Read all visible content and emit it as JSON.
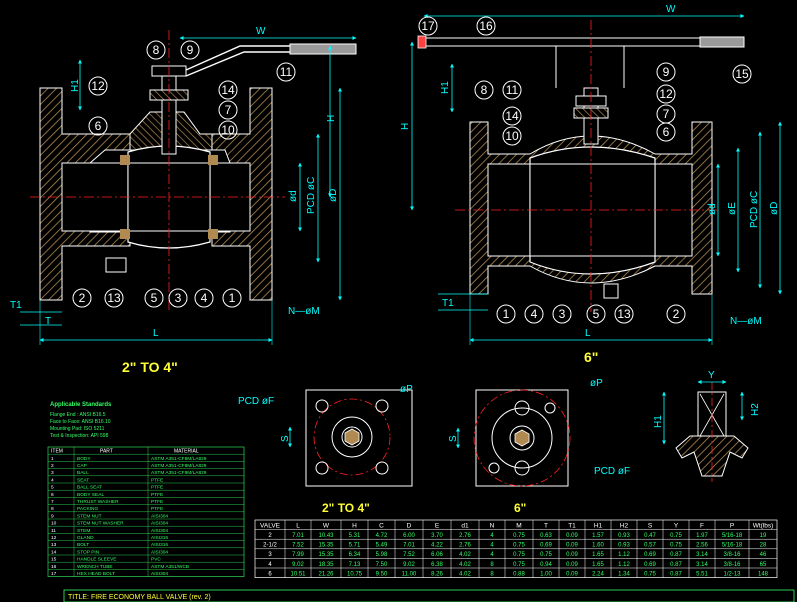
{
  "colors": {
    "background": "#000000",
    "outline": "#ffffff",
    "dimension": "#00ffff",
    "hatch": "#b08a50",
    "center": "#ff2020",
    "balloon": "#ffffff",
    "title_yellow": "#ffff33",
    "table_green": "#33ff66",
    "handle_grey": "#9a9a9a",
    "cap_red": "#ff4040"
  },
  "views": {
    "left_caption": "2\" TO 4\"",
    "right_caption": "6\"",
    "flange_small_caption": "2\" TO 4\"",
    "flange_large_caption": "6\""
  },
  "dims": {
    "w": "W",
    "h": "H",
    "h1": "H1",
    "l": "L",
    "t": "T",
    "t1": "T1",
    "od": "ød",
    "oe": "øE",
    "pcd_c": "PCD øC",
    "od_big": "øD",
    "n_om": "N—øM",
    "pcd_f": "PCD øF",
    "op": "øP",
    "s": "S",
    "y": "Y",
    "h2": "H2"
  },
  "balloons_left": [
    "8",
    "9",
    "11",
    "12",
    "14",
    "7",
    "6",
    "10",
    "2",
    "13",
    "5",
    "3",
    "4",
    "1"
  ],
  "balloons_right": [
    "17",
    "16",
    "15",
    "9",
    "8",
    "11",
    "12",
    "14",
    "7",
    "10",
    "6",
    "1",
    "4",
    "3",
    "5",
    "13",
    "2"
  ],
  "standards": {
    "title": "Applicable Standards",
    "lines": [
      "Flange End : ANSI B16.5",
      "Face to Face: ANSI B16.10",
      "Mounting Pad: ISO 5211",
      "Test & Inspection: API 598"
    ]
  },
  "parts_table": {
    "headers": [
      "ITEM",
      "PART",
      "MATERIAL"
    ],
    "rows": [
      [
        "1",
        "BODY",
        "ASTM A351-CF8M/LA829"
      ],
      [
        "2",
        "CAP",
        "ASTM A351-CF8M/LA829"
      ],
      [
        "3",
        "BALL",
        "ASTM A351-CF8M/LA829"
      ],
      [
        "4",
        "SEAT",
        "PTFE"
      ],
      [
        "5",
        "BALL SEAT",
        "PTFE"
      ],
      [
        "6",
        "BODY SEAL",
        "PTFE"
      ],
      [
        "7",
        "THRUST WASHER",
        "PTFE"
      ],
      [
        "8",
        "PACKING",
        "PTFE"
      ],
      [
        "9",
        "STEM NUT",
        "AISI304"
      ],
      [
        "10",
        "STEM NUT WASHER",
        "AISI304"
      ],
      [
        "11",
        "STEM",
        "AISI304"
      ],
      [
        "12",
        "GLAND",
        "AISI316"
      ],
      [
        "13",
        "BOLT",
        "AISI316"
      ],
      [
        "14",
        "STOP PIN",
        "AISI304"
      ],
      [
        "15",
        "HANDLE SLEEVE",
        "PVC"
      ],
      [
        "16",
        "WRENCH TUBE",
        "ASTM A351/WCB"
      ],
      [
        "17",
        "HEX HEAD BOLT",
        "AISI304"
      ]
    ]
  },
  "dim_table": {
    "headers": [
      "VALVE",
      "L",
      "W",
      "H",
      "C",
      "D",
      "E",
      "d1",
      "N",
      "M",
      "T",
      "T1",
      "H1",
      "H2",
      "S",
      "Y",
      "F",
      "P",
      "Wt(lbs)"
    ],
    "rows": [
      [
        "2",
        "7.01",
        "10.43",
        "5.31",
        "4.72",
        "6.00",
        "3.70",
        "2.76",
        "4",
        "0.75",
        "0.63",
        "0.09",
        "1.57",
        "0.93",
        "0.47",
        "0.75",
        "1.97",
        "5/16-18",
        "19"
      ],
      [
        "2-1/2",
        "7.52",
        "15.35",
        "5.71",
        "5.49",
        "7.01",
        "4.22",
        "2.76",
        "4",
        "0.75",
        "0.69",
        "0.09",
        "1.60",
        "0.93",
        "0.57",
        "0.75",
        "2.56",
        "5/16-18",
        "28"
      ],
      [
        "3",
        "7.99",
        "15.35",
        "6.34",
        "5.98",
        "7.52",
        "6.06",
        "4.02",
        "4",
        "0.75",
        "0.75",
        "0.09",
        "1.65",
        "1.12",
        "0.69",
        "0.87",
        "3.14",
        "3/8-16",
        "46"
      ],
      [
        "4",
        "9.02",
        "18.35",
        "7.13",
        "7.50",
        "9.02",
        "6.38",
        "4.02",
        "8",
        "0.75",
        "0.94",
        "0.09",
        "1.65",
        "1.12",
        "0.69",
        "0.87",
        "3.14",
        "3/8-16",
        "65"
      ],
      [
        "6",
        "10.51",
        "21.26",
        "10.75",
        "9.50",
        "11.00",
        "8.26",
        "4.02",
        "8",
        "0.88",
        "1.00",
        "0.09",
        "2.24",
        "1.34",
        "0.75",
        "0.87",
        "5.51",
        "1/2-13",
        "148"
      ]
    ]
  },
  "title_block": {
    "title": "TITLE: FIRE ECONOMY BALL VALVE (rev. 2)"
  }
}
